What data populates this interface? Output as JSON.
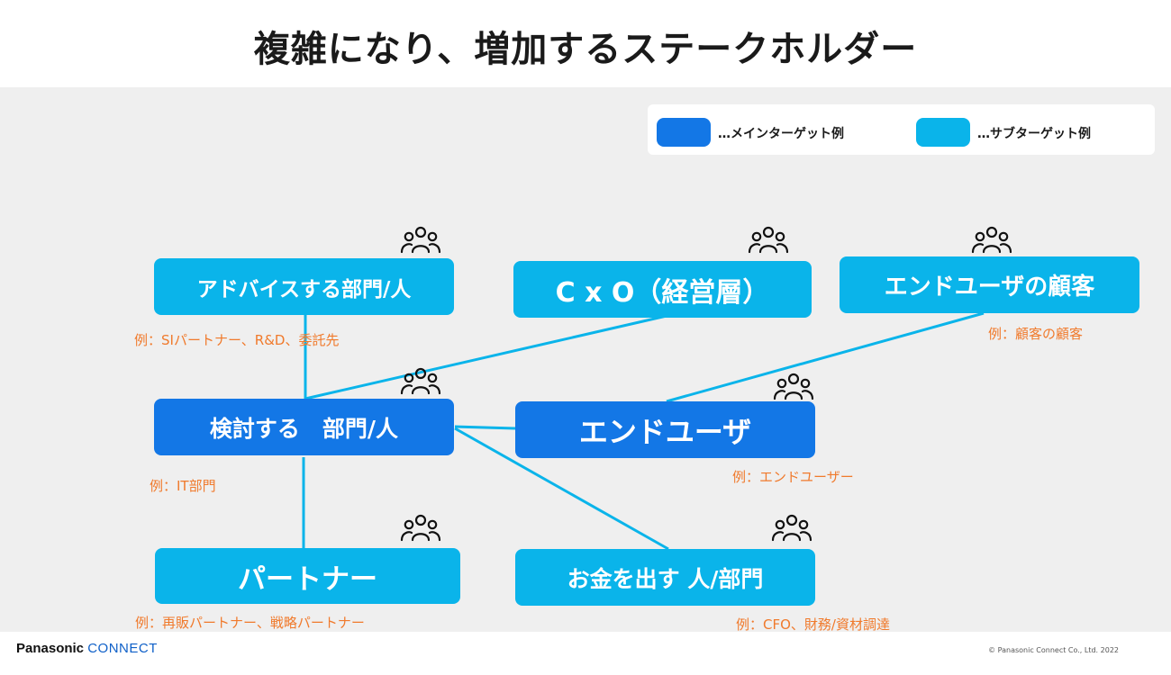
{
  "title": "複雑になり、増加するステークホルダー",
  "legend": {
    "main_label": "…メインターゲット例",
    "sub_label": "…サブターゲット例"
  },
  "colors": {
    "main": "#1377e6",
    "sub": "#0ab4ea",
    "example_text": "#f07a2c",
    "background": "#efefef"
  },
  "nodes": {
    "advisor": {
      "label": "アドバイスする部門/人",
      "example": "例：SIパートナー、R&D、委託先",
      "type": "sub"
    },
    "cxo": {
      "label": "C x O（経営層）",
      "type": "sub"
    },
    "enduser_client": {
      "label": "エンドユーザの顧客",
      "example": "例：顧客の顧客",
      "type": "sub"
    },
    "reviewer": {
      "label": "検討する　部門/人",
      "example": "例：IT部門",
      "type": "main"
    },
    "enduser": {
      "label": "エンドユーザ",
      "example": "例：エンドユーザー",
      "type": "main"
    },
    "partner": {
      "label": "パートナー",
      "example": "例：再販パートナー、戦略パートナー",
      "type": "sub"
    },
    "payer": {
      "label": "お金を出す 人/部門",
      "example": "例：CFO、財務/資材調達",
      "type": "sub"
    }
  },
  "icon": "people-group-icon",
  "footer": {
    "logo_main": "Panasonic",
    "logo_accent": "CONNECT",
    "copyright": "© Panasonic Connect Co., Ltd. 2022"
  }
}
